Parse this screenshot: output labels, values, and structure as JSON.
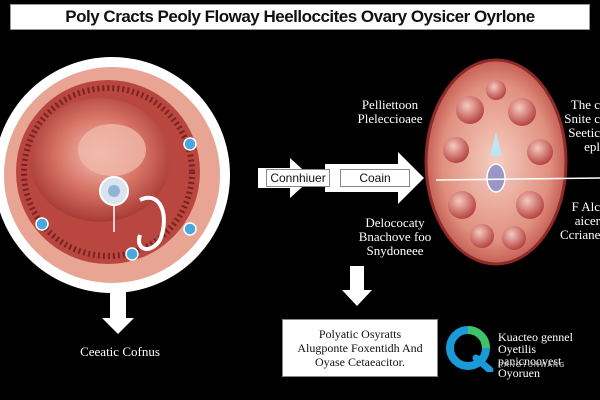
{
  "title": "Poly Cracts Peoly Floway Heelloccites Ovary Oysicer Oyrlone",
  "labels": {
    "left_caption": "Ceeatic Cofnus",
    "right_top_1": "Pelliettoon\nPleleccioaee",
    "center_mid": "Delococaty\nBnachove foo\nSnydoneee",
    "right_edge_top": "The c\nSnite c\nSeetic\nepl",
    "right_edge_mid": "F Alc\naicer\nCcriane"
  },
  "boxes": {
    "connecter": "Connhiuer",
    "coain": "Coain",
    "bottom": "Polyatic Osyratts\nAlugponte Foxentidh And\nOyase Cetaeacitor."
  },
  "watermark": {
    "text": "Kuacteo gennel Oyetilis\npanicnoovest Oyoruen",
    "sub": "RANGYUNWANG"
  },
  "colors": {
    "background": "#000000",
    "tissue": "#c9584e",
    "tissue_light": "#e8a593",
    "cyst_blue": "#4aa8e0",
    "arrow": "#ffffff"
  }
}
